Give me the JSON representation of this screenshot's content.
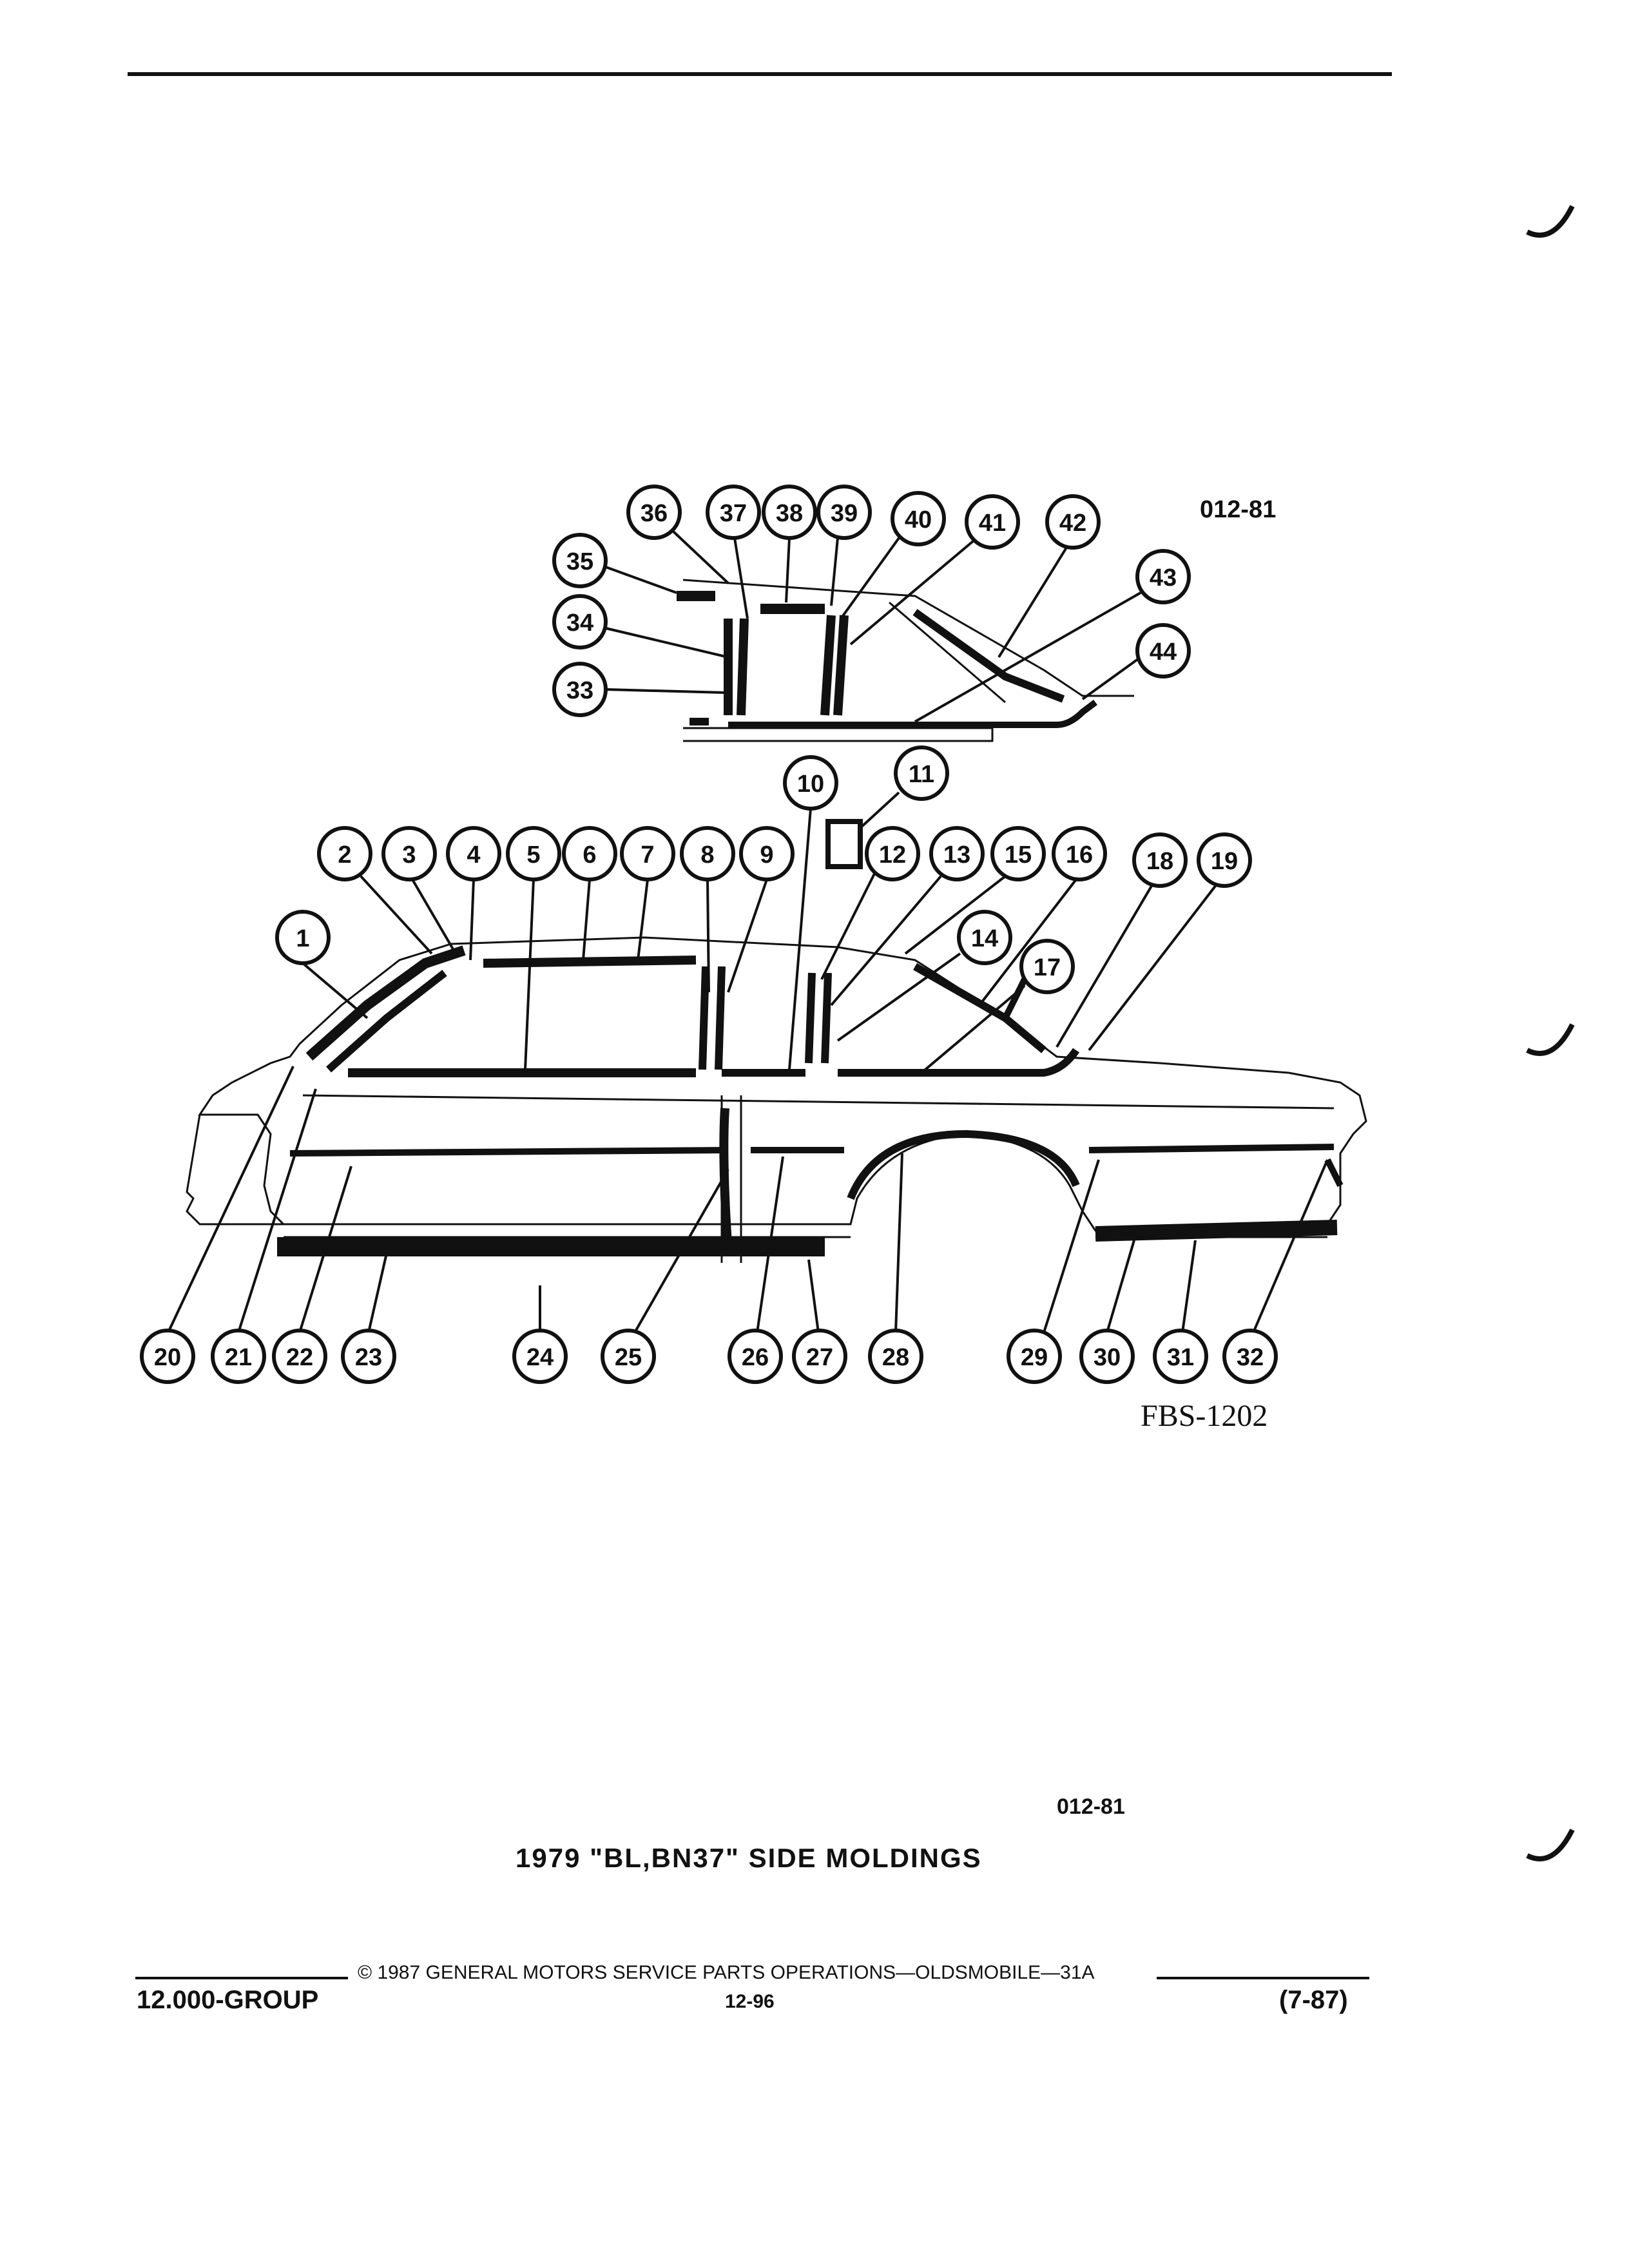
{
  "header": {
    "top_ref": "012-81",
    "figure_code": "FBS-1202"
  },
  "callouts": [
    {
      "id": "1",
      "label": "1"
    },
    {
      "id": "2",
      "label": "2"
    },
    {
      "id": "3",
      "label": "3"
    },
    {
      "id": "4",
      "label": "4"
    },
    {
      "id": "5",
      "label": "5"
    },
    {
      "id": "6",
      "label": "6"
    },
    {
      "id": "7",
      "label": "7"
    },
    {
      "id": "8",
      "label": "8"
    },
    {
      "id": "9",
      "label": "9"
    },
    {
      "id": "10",
      "label": "10"
    },
    {
      "id": "11",
      "label": "11"
    },
    {
      "id": "12",
      "label": "12"
    },
    {
      "id": "13",
      "label": "13"
    },
    {
      "id": "14",
      "label": "14"
    },
    {
      "id": "15",
      "label": "15"
    },
    {
      "id": "16",
      "label": "16"
    },
    {
      "id": "17",
      "label": "17"
    },
    {
      "id": "18",
      "label": "18"
    },
    {
      "id": "19",
      "label": "19"
    },
    {
      "id": "20",
      "label": "20"
    },
    {
      "id": "21",
      "label": "21"
    },
    {
      "id": "22",
      "label": "22"
    },
    {
      "id": "23",
      "label": "23"
    },
    {
      "id": "24",
      "label": "24"
    },
    {
      "id": "25",
      "label": "25"
    },
    {
      "id": "26",
      "label": "26"
    },
    {
      "id": "27",
      "label": "27"
    },
    {
      "id": "28",
      "label": "28"
    },
    {
      "id": "29",
      "label": "29"
    },
    {
      "id": "30",
      "label": "30"
    },
    {
      "id": "31",
      "label": "31"
    },
    {
      "id": "32",
      "label": "32"
    },
    {
      "id": "33",
      "label": "33"
    },
    {
      "id": "34",
      "label": "34"
    },
    {
      "id": "35",
      "label": "35"
    },
    {
      "id": "36",
      "label": "36"
    },
    {
      "id": "37",
      "label": "37"
    },
    {
      "id": "38",
      "label": "38"
    },
    {
      "id": "39",
      "label": "39"
    },
    {
      "id": "40",
      "label": "40"
    },
    {
      "id": "41",
      "label": "41"
    },
    {
      "id": "42",
      "label": "42"
    },
    {
      "id": "43",
      "label": "43"
    },
    {
      "id": "44",
      "label": "44"
    }
  ],
  "caption": {
    "ref": "012-81",
    "title": "1979 \"BL,BN37\" SIDE MOLDINGS"
  },
  "footer": {
    "copyright": "© 1987 GENERAL MOTORS SERVICE PARTS OPERATIONS—OLDSMOBILE—31A",
    "group": "12.000-GROUP",
    "page": "12-96",
    "date": "(7-87)"
  }
}
